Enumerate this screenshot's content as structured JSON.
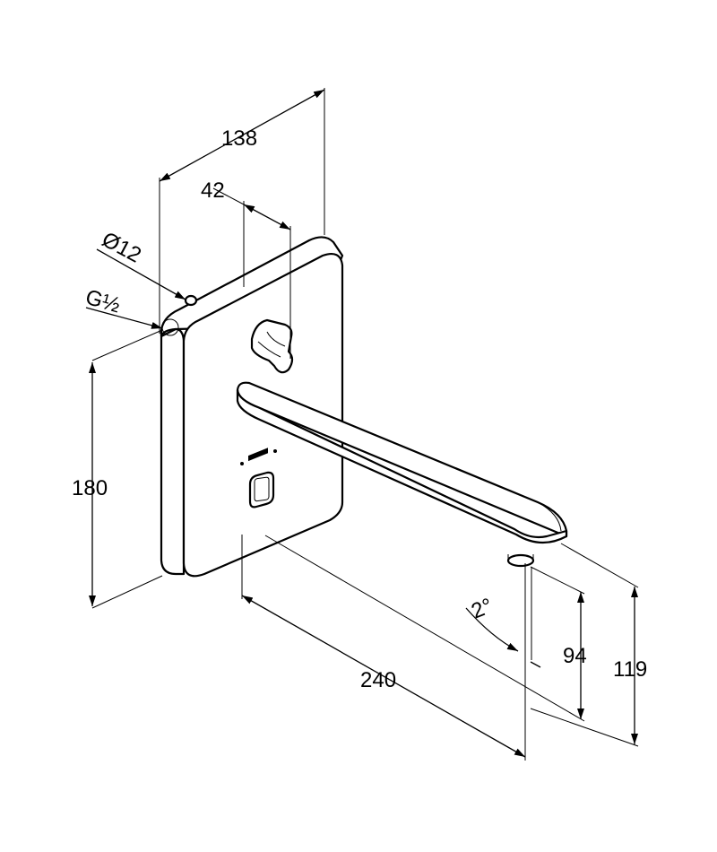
{
  "dimensions": {
    "width_138": "138",
    "depth_42": "42",
    "diameter_12": "Ø12",
    "thread": "G½",
    "height_180": "180",
    "spout_240": "240",
    "angle_2": "2°",
    "spout_height_94": "94",
    "total_119": "119"
  },
  "colors": {
    "line": "#000000",
    "background": "#ffffff"
  }
}
